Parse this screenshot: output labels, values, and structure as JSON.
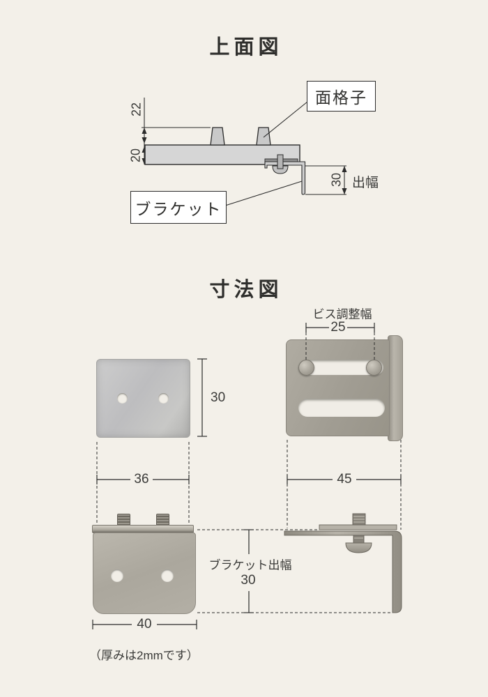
{
  "top_view": {
    "title": "上面図",
    "lattice_label": "面格子",
    "bracket_label": "ブラケット",
    "depth_label": "出幅",
    "dim_lattice_height": "22",
    "dim_frame_thickness": "20",
    "dim_depth": "30"
  },
  "dimension_view": {
    "title": "寸法図",
    "screw_adjust_label": "ビス調整幅",
    "dim_screw_adjust": "25",
    "dim_plate_height": "30",
    "dim_plate_width": "36",
    "dim_bracket_width": "45",
    "dim_front_width": "40",
    "bracket_depth_label": "ブラケット出幅",
    "dim_bracket_depth": "30",
    "note": "（厚みは2mmです）"
  },
  "colors": {
    "background": "#f3f0e9",
    "line": "#2b2b2b",
    "frame_fill": "#d6d6d6",
    "metal_silver": "#c3c3c3",
    "metal_gray": "#a6a298"
  }
}
